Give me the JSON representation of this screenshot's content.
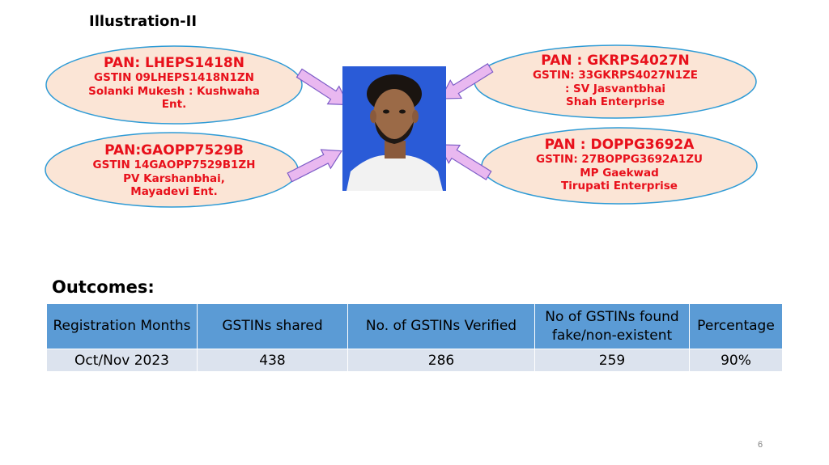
{
  "slide": {
    "title": "Illustration-II",
    "page_number": "6"
  },
  "bubbles": [
    {
      "pan": "PAN: LHEPS1418N",
      "lines": [
        "GSTIN 09LHEPS1418N1ZN",
        "Solanki Mukesh : Kushwaha",
        "Ent."
      ]
    },
    {
      "pan": "PAN:GAOPP7529B",
      "lines": [
        "GSTIN 14GAOPP7529B1ZH",
        "PV Karshanbhai,",
        "Mayadevi Ent."
      ]
    },
    {
      "pan": "PAN : GKRPS4027N",
      "lines": [
        "GSTIN: 33GKRPS4027N1ZE",
        ": SV Jasvantbhai",
        "Shah Enterprise"
      ]
    },
    {
      "pan": "PAN : DOPPG3692A",
      "lines": [
        "GSTIN: 27BOPPG3692A1ZU",
        "MP Gaekwad",
        "Tirupati Enterprise"
      ]
    }
  ],
  "outcomes": {
    "heading": "Outcomes:",
    "columns": [
      "Registration Months",
      "GSTINs shared",
      "No. of GSTINs Verified",
      "No of GSTINs found fake/non-existent",
      "Percentage"
    ],
    "rows": [
      [
        "Oct/Nov 2023",
        "438",
        "286",
        "259",
        "90%"
      ]
    ]
  },
  "colors": {
    "bubble_fill": "#fbe5d6",
    "bubble_border": "#2e9bd6",
    "bubble_text": "#e8101b",
    "arrow_fill": "#e9b8f0",
    "arrow_stroke": "#7d5cc7",
    "table_header": "#5b9bd5",
    "table_row": "#dce3ee",
    "photo_bg": "#2a5bd7"
  }
}
